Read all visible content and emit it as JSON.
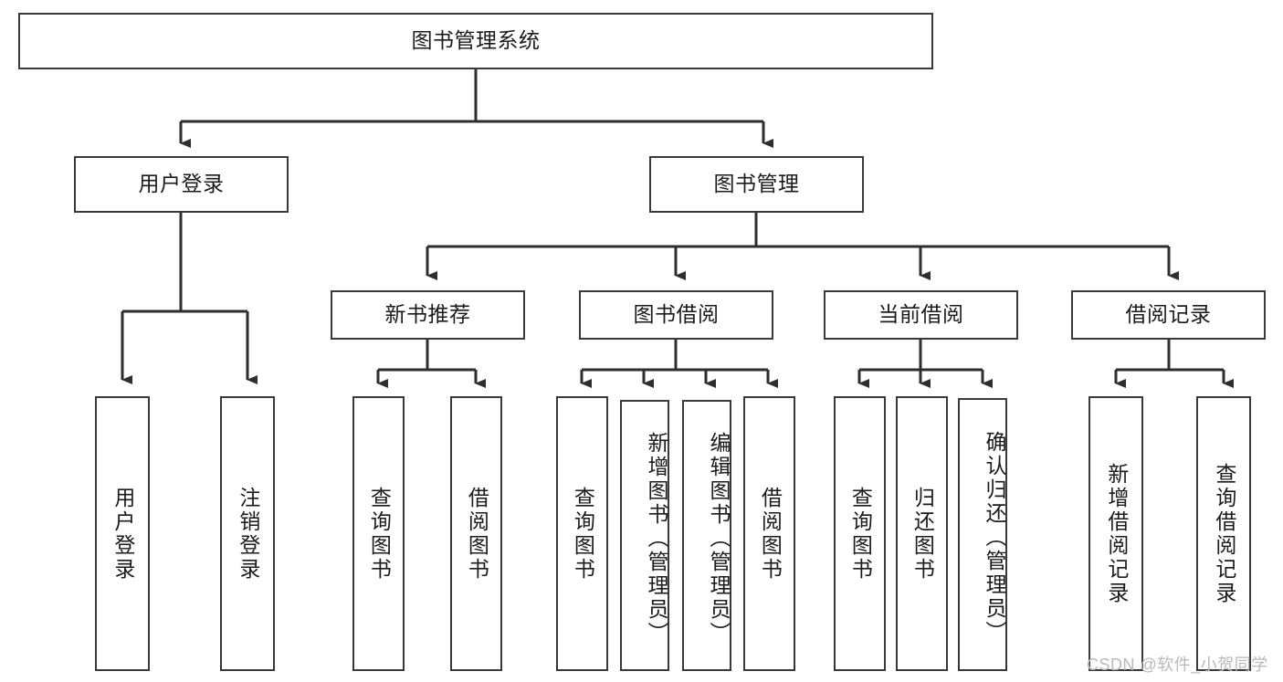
{
  "diagram": {
    "title": "图书管理系统",
    "type": "tree-hierarchy-diagram",
    "root": {
      "label": "图书管理系统"
    },
    "level2": [
      {
        "label": "用户登录"
      },
      {
        "label": "图书管理"
      }
    ],
    "level3": [
      {
        "label": "新书推荐"
      },
      {
        "label": "图书借阅"
      },
      {
        "label": "当前借阅"
      },
      {
        "label": "借阅记录"
      }
    ],
    "leaves": {
      "user_login": [
        {
          "label": "用户登录"
        },
        {
          "label": "注销登录"
        }
      ],
      "new_book_recommend": [
        {
          "label": "查询图书"
        },
        {
          "label": "借阅图书"
        }
      ],
      "book_borrow": [
        {
          "label": "查询图书"
        },
        {
          "label": "新增图书（管理员）"
        },
        {
          "label": "编辑图书（管理员）"
        },
        {
          "label": "借阅图书"
        }
      ],
      "current_borrow": [
        {
          "label": "查询图书"
        },
        {
          "label": "归还图书"
        },
        {
          "label": "确认归还（管理员）"
        }
      ],
      "borrow_record": [
        {
          "label": "新增借阅记录"
        },
        {
          "label": "查询借阅记录"
        }
      ]
    },
    "watermark": "CSDN @软件_小贺同学",
    "colors": {
      "border": "#3a3a3a",
      "text": "#1b1b1b",
      "background": "#ffffff",
      "watermark": "#b9b9b9"
    }
  }
}
